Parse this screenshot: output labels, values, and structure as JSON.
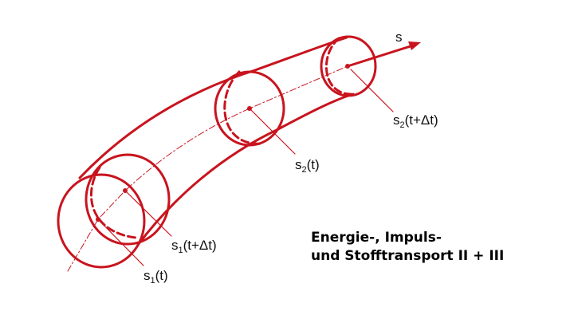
{
  "diagram": {
    "axis_label": "s",
    "labels": [
      {
        "base": "s",
        "sub": "1",
        "arg": "(t)"
      },
      {
        "base": "s",
        "sub": "1",
        "arg": "(t+Δt)"
      },
      {
        "base": "s",
        "sub": "2",
        "arg": "(t)"
      },
      {
        "base": "s",
        "sub": "2",
        "arg": "(t+Δt)"
      }
    ],
    "color": "#c8141e"
  },
  "title": {
    "line1": "Energie-, Impuls-",
    "line2": "und Stofftransport II + III"
  }
}
